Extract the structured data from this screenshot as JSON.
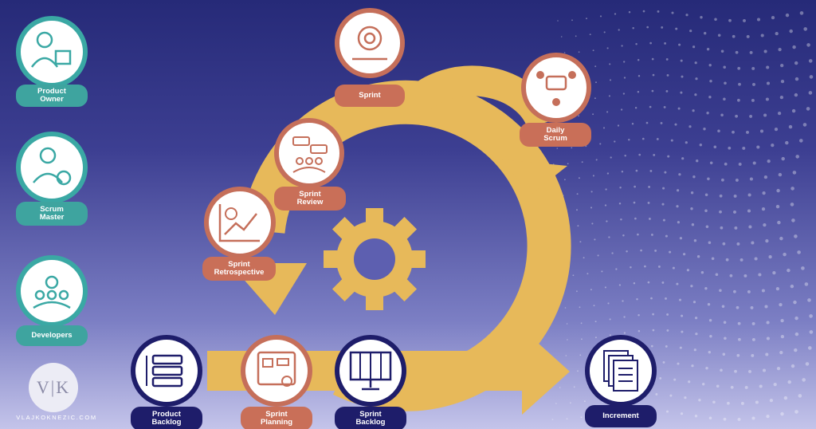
{
  "roles": [
    {
      "id": "product-owner",
      "line1": "Product",
      "line2": "Owner",
      "icon": "product-owner-icon"
    },
    {
      "id": "scrum-master",
      "line1": "Scrum",
      "line2": "Master",
      "icon": "scrum-master-icon"
    },
    {
      "id": "developers",
      "line1": "Developers",
      "line2": "",
      "icon": "developers-icon"
    }
  ],
  "events": {
    "sprint": {
      "line1": "Sprint",
      "line2": ""
    },
    "daily_scrum": {
      "line1": "Daily",
      "line2": "Scrum"
    },
    "sprint_review": {
      "line1": "Sprint",
      "line2": "Review"
    },
    "sprint_retrospective": {
      "line1": "Sprint",
      "line2": "Retrospective"
    },
    "sprint_planning": {
      "line1": "Sprint",
      "line2": "Planning"
    }
  },
  "artifacts": {
    "product_backlog": {
      "line1": "Product",
      "line2": "Backlog"
    },
    "sprint_backlog": {
      "line1": "Sprint",
      "line2": "Backlog"
    },
    "increment": {
      "line1": "Increment",
      "line2": ""
    }
  },
  "logo": {
    "text": "V|K",
    "website": "VLAJKOKNEZIC.COM"
  },
  "colors": {
    "arrow": "#e7b95a",
    "teal": "#3aa8a4",
    "brick": "#c56f5a",
    "navy": "#1e1d6a"
  }
}
